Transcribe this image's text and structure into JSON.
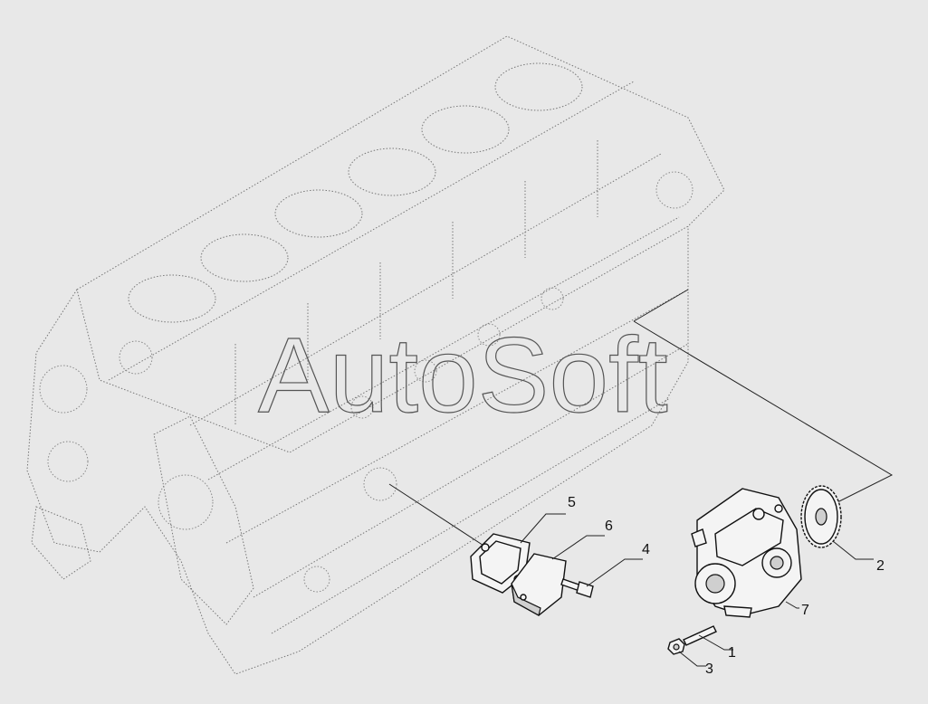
{
  "watermark": "AutoSoft",
  "callouts": [
    {
      "id": "1",
      "label": "1"
    },
    {
      "id": "2",
      "label": "2"
    },
    {
      "id": "3",
      "label": "3"
    },
    {
      "id": "4",
      "label": "4"
    },
    {
      "id": "5",
      "label": "5"
    },
    {
      "id": "6",
      "label": "6"
    },
    {
      "id": "7",
      "label": "7"
    }
  ],
  "colors": {
    "background": "#e8e8e8",
    "linework": "#111111",
    "ghost": "#777777"
  }
}
